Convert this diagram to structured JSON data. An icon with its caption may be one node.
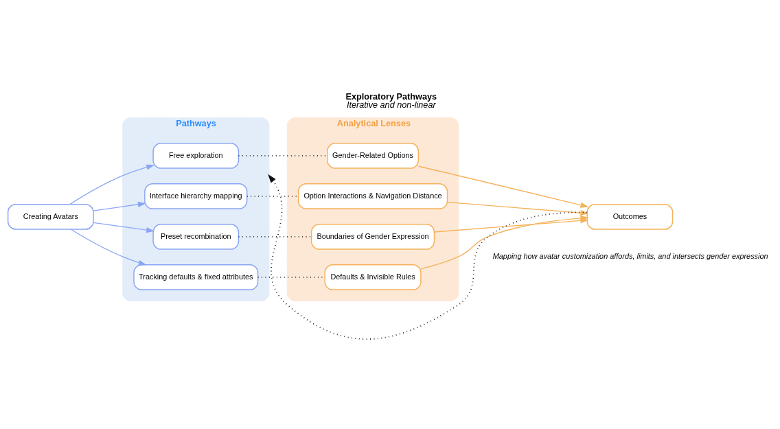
{
  "diagram": {
    "title": "Exploratory Pathways",
    "caption": "Iterative and non-linear",
    "nodes": [
      {
        "text": [
          "Creating Avatars"
        ]
      },
      {
        "text": [
          "Pathways"
        ]
      },
      {
        "text": [
          "Free exploration"
        ],
        "in": 1
      },
      {
        "text": [
          "Interface hierarchy mapping"
        ],
        "in": 1
      },
      {
        "text": [
          "Preset recombination"
        ],
        "in": 1
      },
      {
        "text": [
          "Tracking defaults & fixed attributes"
        ],
        "in": 1
      },
      {
        "text": [
          "Analytical Lenses"
        ]
      },
      {
        "text": [
          "Gender-Related Options"
        ],
        "in": 6
      },
      {
        "text": [
          "Option Interactions & Navigation Distance"
        ],
        "in": 6
      },
      {
        "text": [
          "Boundaries of Gender Expression"
        ],
        "in": 6
      },
      {
        "text": [
          "Defaults & Invisible Rules"
        ],
        "in": 6
      },
      {
        "text": [
          "Outcomes"
        ],
        "beside": [
          "Mapping how avatar customization affords, limits, and intersects gender expression"
        ]
      }
    ],
    "edges": [
      {
        "from": 0,
        "to": 2,
        "arrow": "to",
        "color": "#8aa6f5"
      },
      {
        "from": 0,
        "to": 3,
        "arrow": "to",
        "color": "#8aa6f5"
      },
      {
        "from": 0,
        "to": 4,
        "arrow": "to",
        "color": "#8aa6f5"
      },
      {
        "from": 0,
        "to": 5,
        "arrow": "to",
        "color": "#8aa6f5"
      },
      {
        "from": 2,
        "to": 7,
        "arrow": "none",
        "style": "dashed"
      },
      {
        "from": 3,
        "to": 8,
        "arrow": "none",
        "style": "dashed"
      },
      {
        "from": 4,
        "to": 9,
        "arrow": "none",
        "style": "dashed"
      },
      {
        "from": 5,
        "to": 10,
        "arrow": "none",
        "style": "dashed"
      },
      {
        "from": 7,
        "to": 11,
        "arrow": "to",
        "color": "#f5b25a"
      },
      {
        "from": 8,
        "to": 11,
        "arrow": "to",
        "color": "#f5b25a"
      },
      {
        "from": 9,
        "to": 11,
        "arrow": "to",
        "color": "#f5b25a"
      },
      {
        "from": 10,
        "to": 11,
        "arrow": "to",
        "color": "#f5b25a"
      },
      {
        "from": 11,
        "to": 1,
        "arrow": "to",
        "style": "dashed"
      }
    ]
  }
}
